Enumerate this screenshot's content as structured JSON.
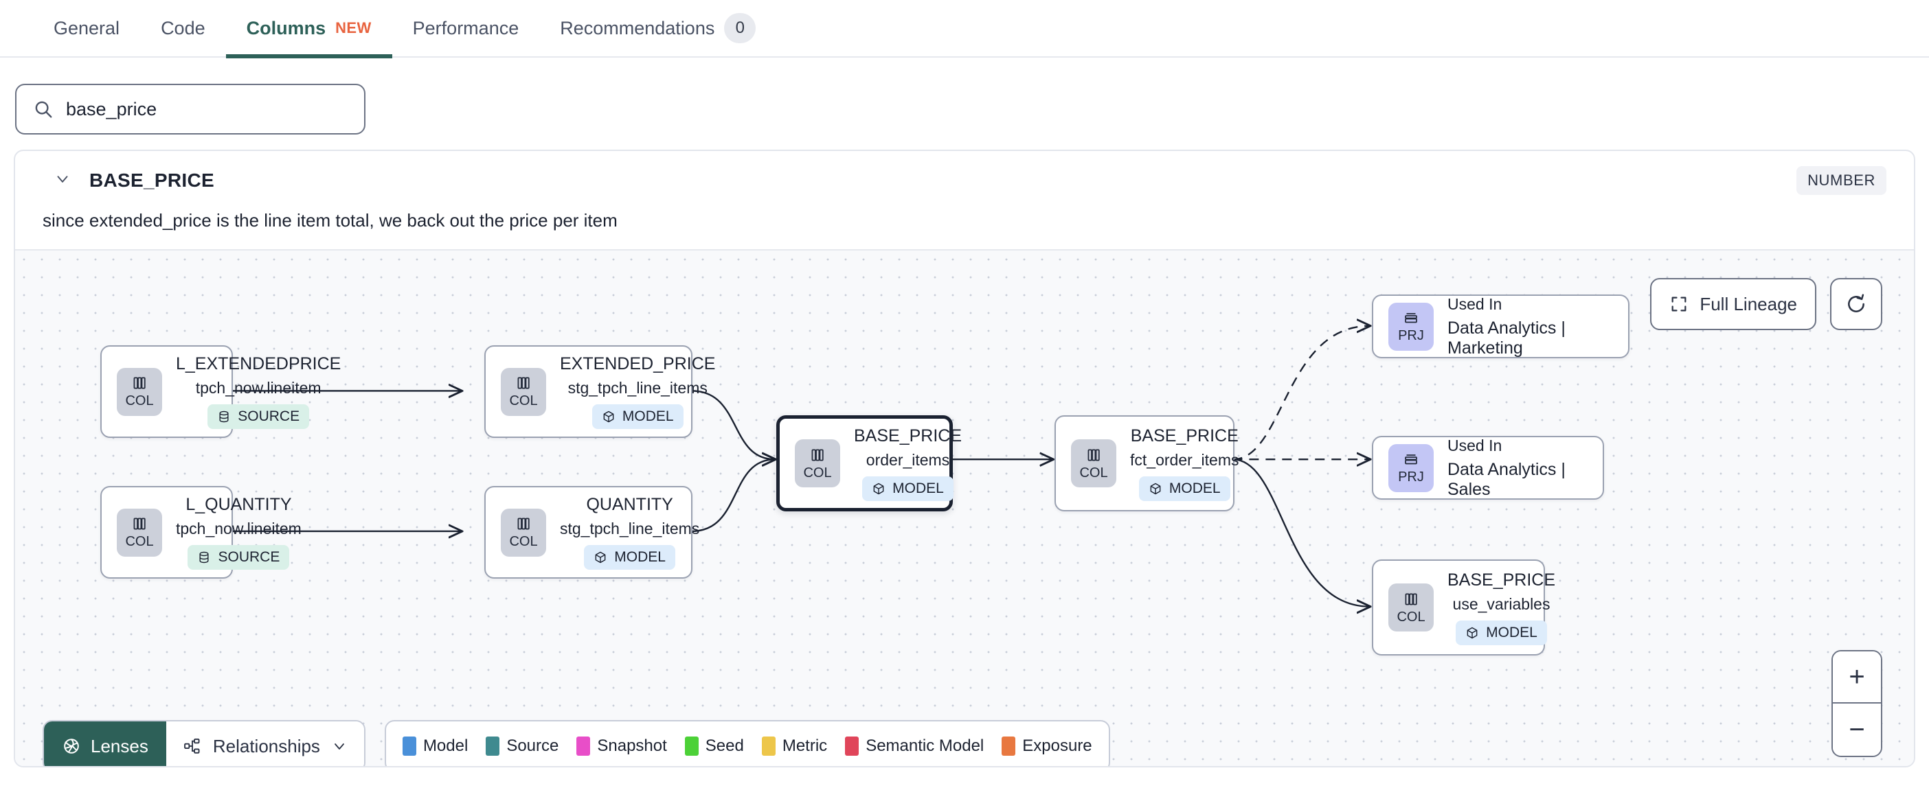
{
  "tabs": [
    {
      "label": "General",
      "active": false
    },
    {
      "label": "Code",
      "active": false
    },
    {
      "label": "Columns",
      "active": true,
      "badge": "NEW"
    },
    {
      "label": "Performance",
      "active": false
    },
    {
      "label": "Recommendations",
      "active": false,
      "count": "0"
    }
  ],
  "search": {
    "value": "base_price",
    "placeholder": "Search columns",
    "icon": "search-icon"
  },
  "column": {
    "name": "BASE_PRICE",
    "description": "since extended_price is the line item total, we back out the price per item",
    "data_type": "NUMBER",
    "expanded": true
  },
  "graph": {
    "full_lineage_label": "Full Lineage",
    "refresh_icon": "refresh-icon",
    "expand_icon": "expand-icon",
    "zoom_in_label": "+",
    "zoom_out_label": "−",
    "nodes": [
      {
        "id": "n1",
        "kind": "COL",
        "name": "L_EXTENDEDPRICE",
        "sub": "tpch_now.lineitem",
        "tag": "SOURCE",
        "tag_type": "source",
        "selected": false
      },
      {
        "id": "n2",
        "kind": "COL",
        "name": "L_QUANTITY",
        "sub": "tpch_now.lineitem",
        "tag": "SOURCE",
        "tag_type": "source",
        "selected": false
      },
      {
        "id": "n3",
        "kind": "COL",
        "name": "EXTENDED_PRICE",
        "sub": "stg_tpch_line_items",
        "tag": "MODEL",
        "tag_type": "model",
        "selected": false
      },
      {
        "id": "n4",
        "kind": "COL",
        "name": "QUANTITY",
        "sub": "stg_tpch_line_items",
        "tag": "MODEL",
        "tag_type": "model",
        "selected": false
      },
      {
        "id": "n5",
        "kind": "COL",
        "name": "BASE_PRICE",
        "sub": "order_items",
        "tag": "MODEL",
        "tag_type": "model",
        "selected": true
      },
      {
        "id": "n6",
        "kind": "COL",
        "name": "BASE_PRICE",
        "sub": "fct_order_items",
        "tag": "MODEL",
        "tag_type": "model",
        "selected": false
      },
      {
        "id": "n7",
        "kind": "COL",
        "name": "BASE_PRICE",
        "sub": "use_variables",
        "tag": "MODEL",
        "tag_type": "model",
        "selected": false
      }
    ],
    "project_nodes": [
      {
        "id": "p1",
        "kind": "PRJ",
        "label": "Used In",
        "name": "Data Analytics | Marketing"
      },
      {
        "id": "p2",
        "kind": "PRJ",
        "label": "Used In",
        "name": "Data Analytics | Sales"
      }
    ],
    "toolbar": {
      "lenses_label": "Lenses",
      "lenses_icon": "aperture-icon",
      "relationships_label": "Relationships",
      "relationships_icon": "relationships-icon",
      "chevron_icon": "chevron-down-icon"
    },
    "legend": [
      {
        "label": "Model",
        "color": "#4a90d9"
      },
      {
        "label": "Source",
        "color": "#3f8a8f"
      },
      {
        "label": "Snapshot",
        "color": "#e84ec8"
      },
      {
        "label": "Seed",
        "color": "#4cd137"
      },
      {
        "label": "Metric",
        "color": "#edc64a"
      },
      {
        "label": "Semantic Model",
        "color": "#e0455a"
      },
      {
        "label": "Exposure",
        "color": "#e87840"
      }
    ]
  }
}
